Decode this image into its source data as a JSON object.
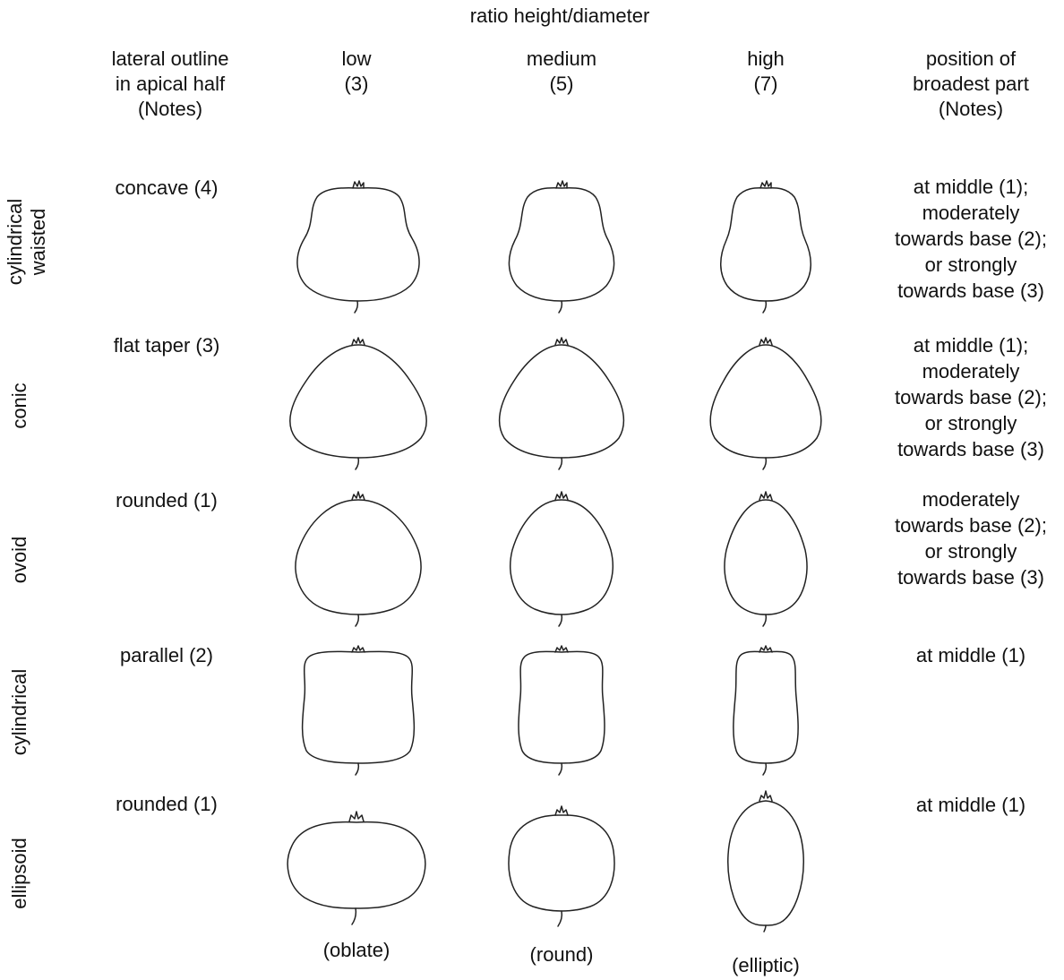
{
  "title": "ratio height/diameter",
  "col_headers": {
    "outline": [
      "lateral outline",
      "in apical half",
      "(Notes)"
    ],
    "low": [
      "low",
      "(3)"
    ],
    "medium": [
      "medium",
      "(5)"
    ],
    "high": [
      "high",
      "(7)"
    ],
    "position": [
      "position of",
      "broadest part",
      "(Notes)"
    ]
  },
  "rows": [
    {
      "name": [
        "cylindrical",
        "waisted"
      ],
      "outline": "concave (4)",
      "position": [
        "at middle (1);",
        "moderately",
        "towards base (2);",
        "or strongly",
        "towards base (3)"
      ]
    },
    {
      "name": [
        "conic"
      ],
      "outline": "flat taper (3)",
      "position": [
        "at middle (1);",
        "moderately",
        "towards base (2);",
        "or strongly",
        "towards base (3)"
      ]
    },
    {
      "name": [
        "ovoid"
      ],
      "outline": "rounded (1)",
      "position": [
        "moderately",
        "towards base (2);",
        "or strongly",
        "towards base (3)"
      ]
    },
    {
      "name": [
        "cylindrical"
      ],
      "outline": "parallel (2)",
      "position": [
        "at middle (1)"
      ]
    },
    {
      "name": [
        "ellipsoid"
      ],
      "outline": "rounded (1)",
      "position": [
        "at middle (1)"
      ]
    }
  ],
  "captions": {
    "low": "(oblate)",
    "medium": "(round)",
    "high": "(elliptic)"
  },
  "colors": {
    "line": "#222222",
    "text": "#111111"
  }
}
